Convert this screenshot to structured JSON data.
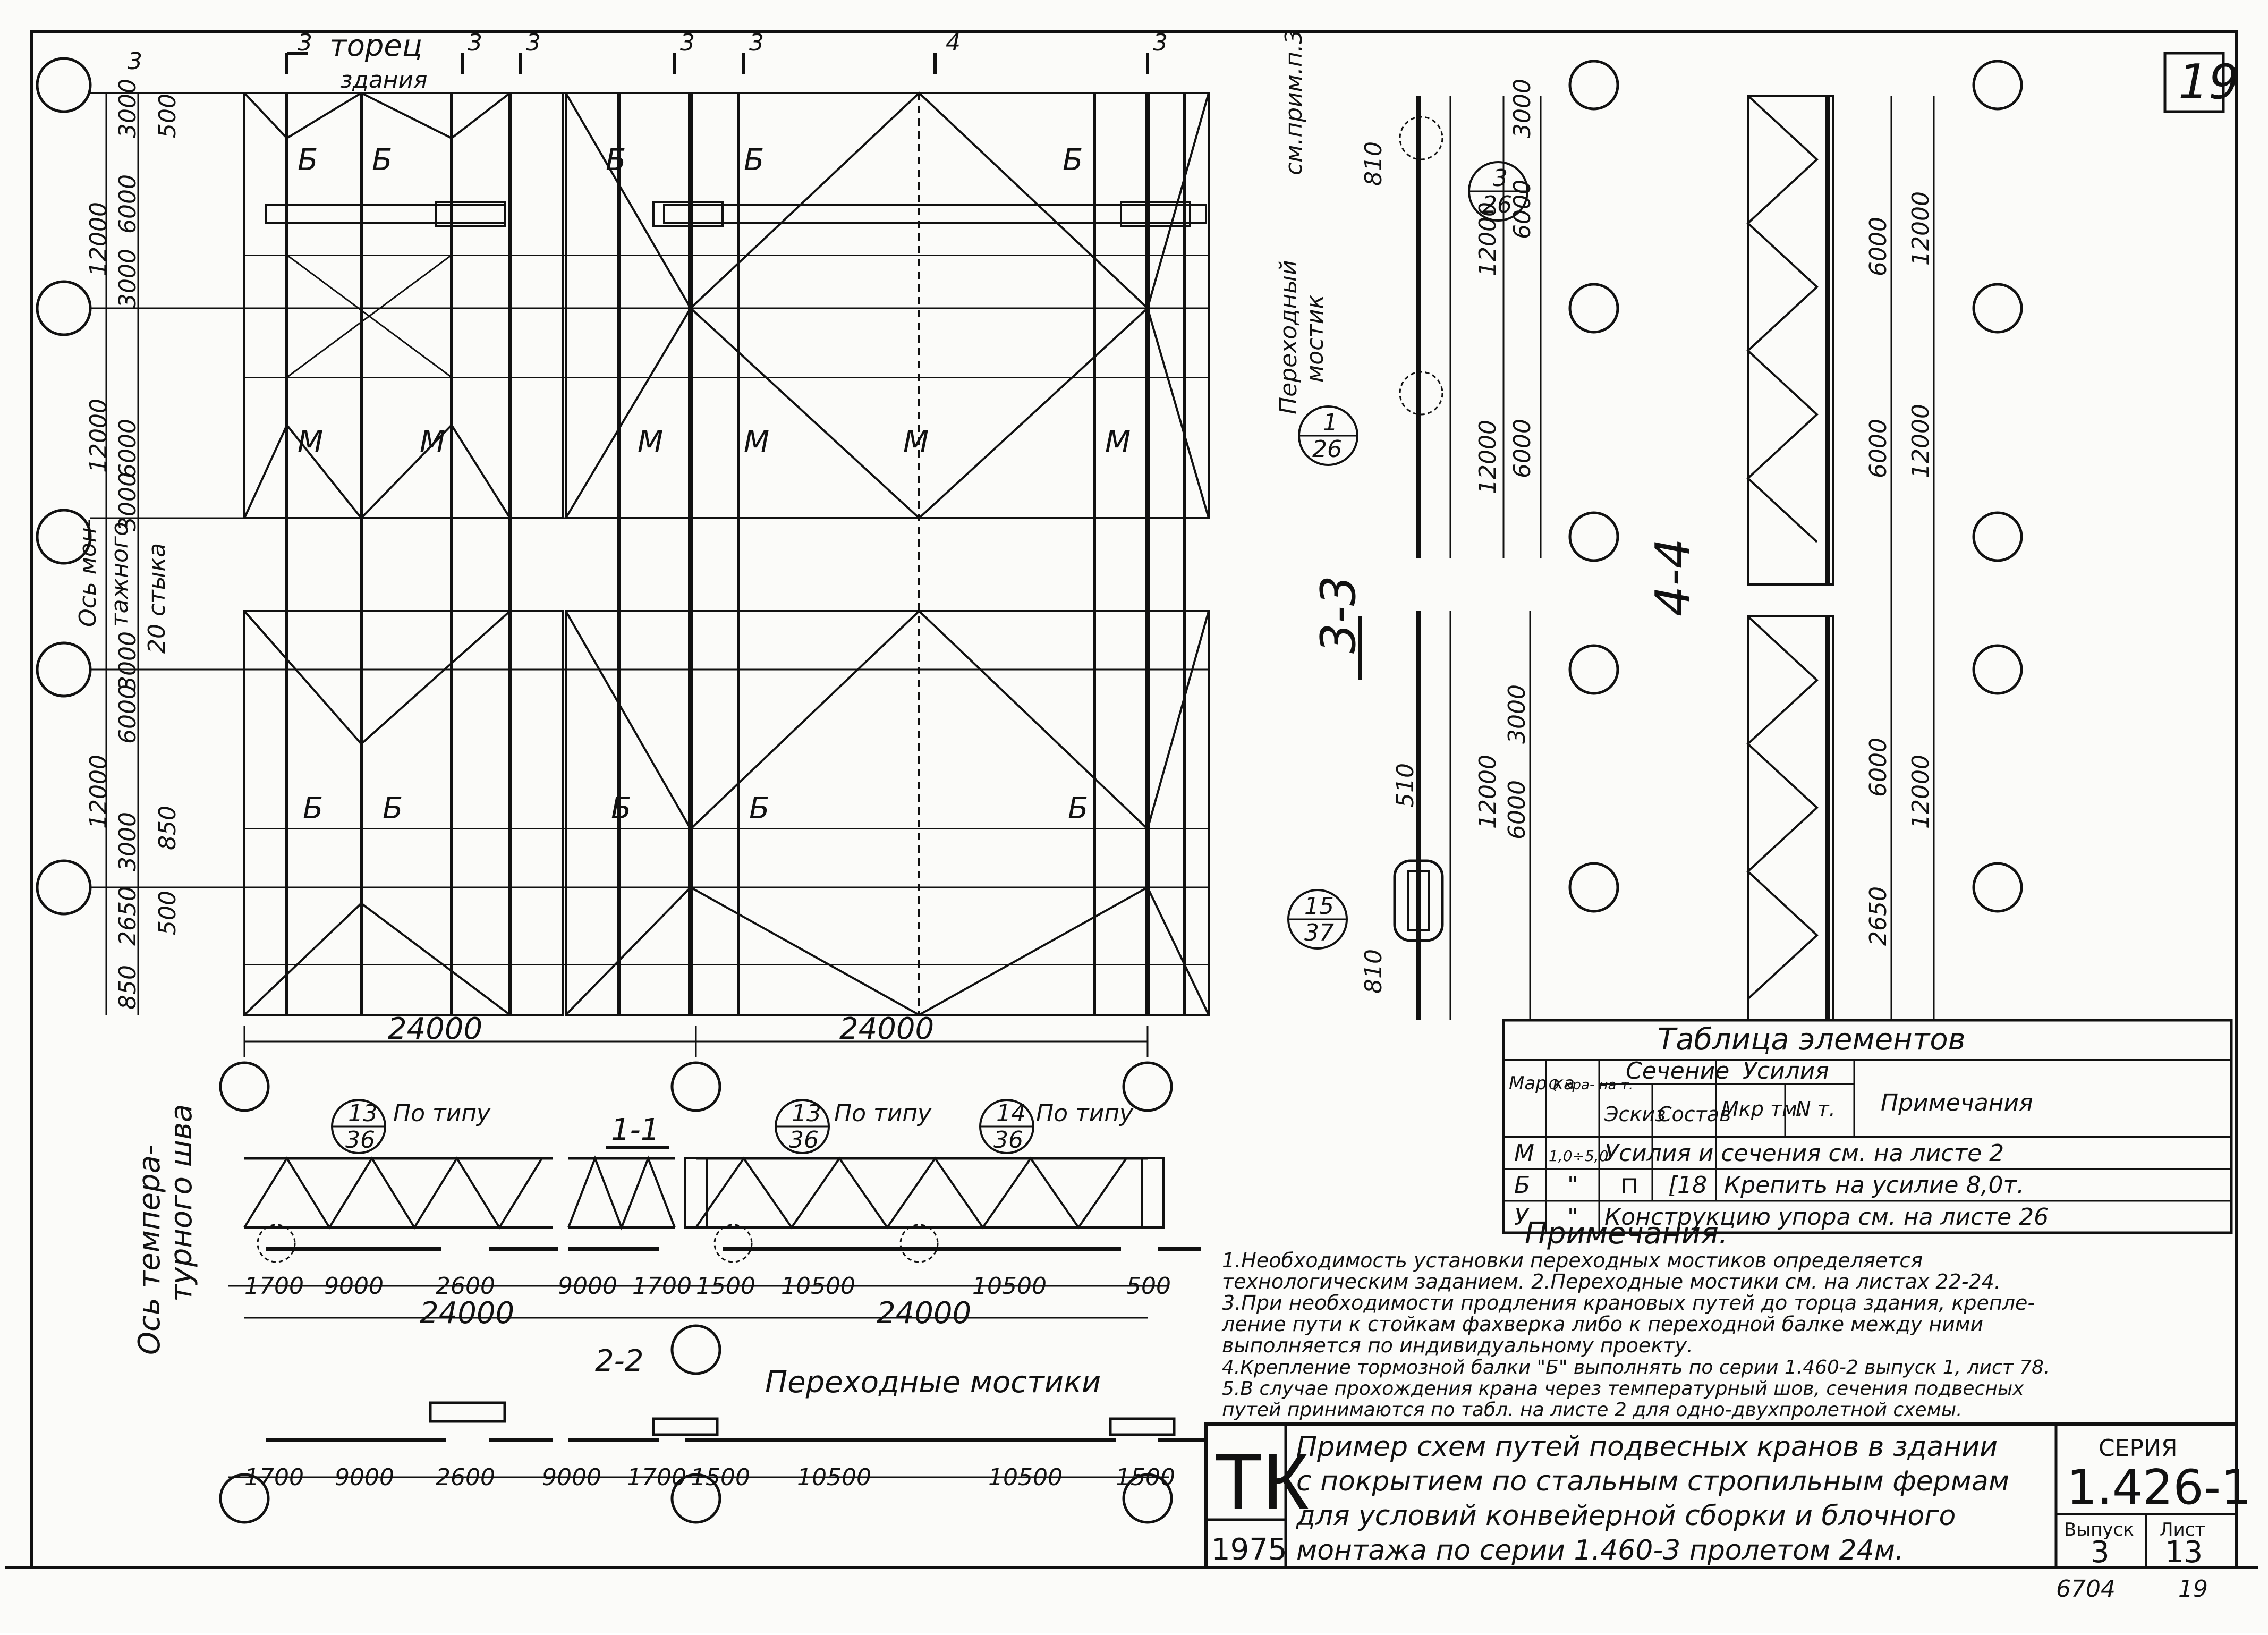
{
  "sheet": {
    "page_number": "19",
    "bottom_code": "6704",
    "bottom_page": "19"
  },
  "plan": {
    "label_torets": "торец",
    "label_zdaniya": "здания",
    "label_axis_temp": "Ось темпера-",
    "label_axis_temp2": "турного шва",
    "label_axis_mont": "Ось мон-",
    "label_axis_mont2": "тажного",
    "label_axis_mont3": "20 стыка",
    "label_b": "Б",
    "label_m": "М",
    "dim_24000": "24000",
    "dim_12000": "12000",
    "dim_6000": "6000",
    "dim_3000": "3000",
    "dim_500": "500",
    "dim_2650": "2650",
    "dim_850": "850",
    "sec3": "3",
    "sec4": "4"
  },
  "section_1_1": {
    "title": "1-1",
    "ref_13_36": "13",
    "ref_36": "36",
    "ref_14": "14",
    "po_tipu": "По типу",
    "dims": [
      "1700",
      "9000",
      "2600",
      "9000",
      "1700",
      "1500",
      "10500",
      "10500",
      "500"
    ],
    "total_1": "24000",
    "total_2": "24000"
  },
  "section_2_2": {
    "title": "2-2",
    "note": "Переходные мостики",
    "dims": [
      "1700",
      "9000",
      "2600",
      "9000",
      "1700",
      "1500",
      "10500",
      "10500",
      "1500"
    ]
  },
  "section_3_3": {
    "title": "3-3",
    "label_bridge": "Переходный",
    "label_bridge2": "мостик",
    "ref_1": "1",
    "ref_26": "26",
    "ref_3": "3",
    "ref_15": "15",
    "ref_37": "37",
    "label_cm": "см.прим.п.3",
    "dim_810": "810",
    "dim_510": "510"
  },
  "section_4_4": {
    "title": "4-4"
  },
  "table": {
    "title": "Таблица  элементов",
    "headers": {
      "mark": "Мар ка",
      "q": "Q кра- на т.",
      "section": "Сечение",
      "eskiz": "Эскиз",
      "sostav": "Состав",
      "forces": "Усилия",
      "m": "Мкр тм.",
      "n": "N т.",
      "note": "Примечания"
    },
    "rows": [
      {
        "mark": "М",
        "q": "1,0÷5,0",
        "text": "Усилия и сечения см. на листе 2"
      },
      {
        "mark": "Б",
        "q": "\"",
        "eskiz": "⊓",
        "sostav": "[18",
        "text": "Крепить на усилие 8,0т."
      },
      {
        "mark": "У",
        "q": "\"",
        "text": "Конструкцию упора см. на листе 26"
      }
    ]
  },
  "notes": {
    "title": "Примечания.",
    "lines": [
      "1.Необходимость установки переходных мостиков определяется",
      "технологическим заданием. 2.Переходные мостики см. на листах 22-24.",
      "3.При необходимости продления крановых путей до торца здания, крепле-",
      "ление пути к стойкам фахверка либо к переходной балке между ними",
      "выполняется по индивидуальному проекту.",
      "4.Крепление тормозной балки \"Б\" выполнять по серии 1.460-2 выпуск 1, лист 78.",
      "5.В случае прохождения крана через температурный шов, сечения подвесных",
      "путей принимаются по табл. на листе 2 для одно-двухпролетной схемы."
    ]
  },
  "title_block": {
    "logo": "ТК",
    "year": "1975",
    "description_1": "Пример схем путей подвесных кранов в здании",
    "description_2": "с покрытием по стальным стропильным фермам",
    "description_3": "для условий конвейерной сборки и блочного",
    "description_4": "монтажа по серии 1.460-3 пролетом 24м.",
    "seria_label": "СЕРИЯ",
    "seria": "1.426-1",
    "vypusk_label": "Выпуск",
    "vypusk": "3",
    "list_label": "Лист",
    "list": "13"
  }
}
